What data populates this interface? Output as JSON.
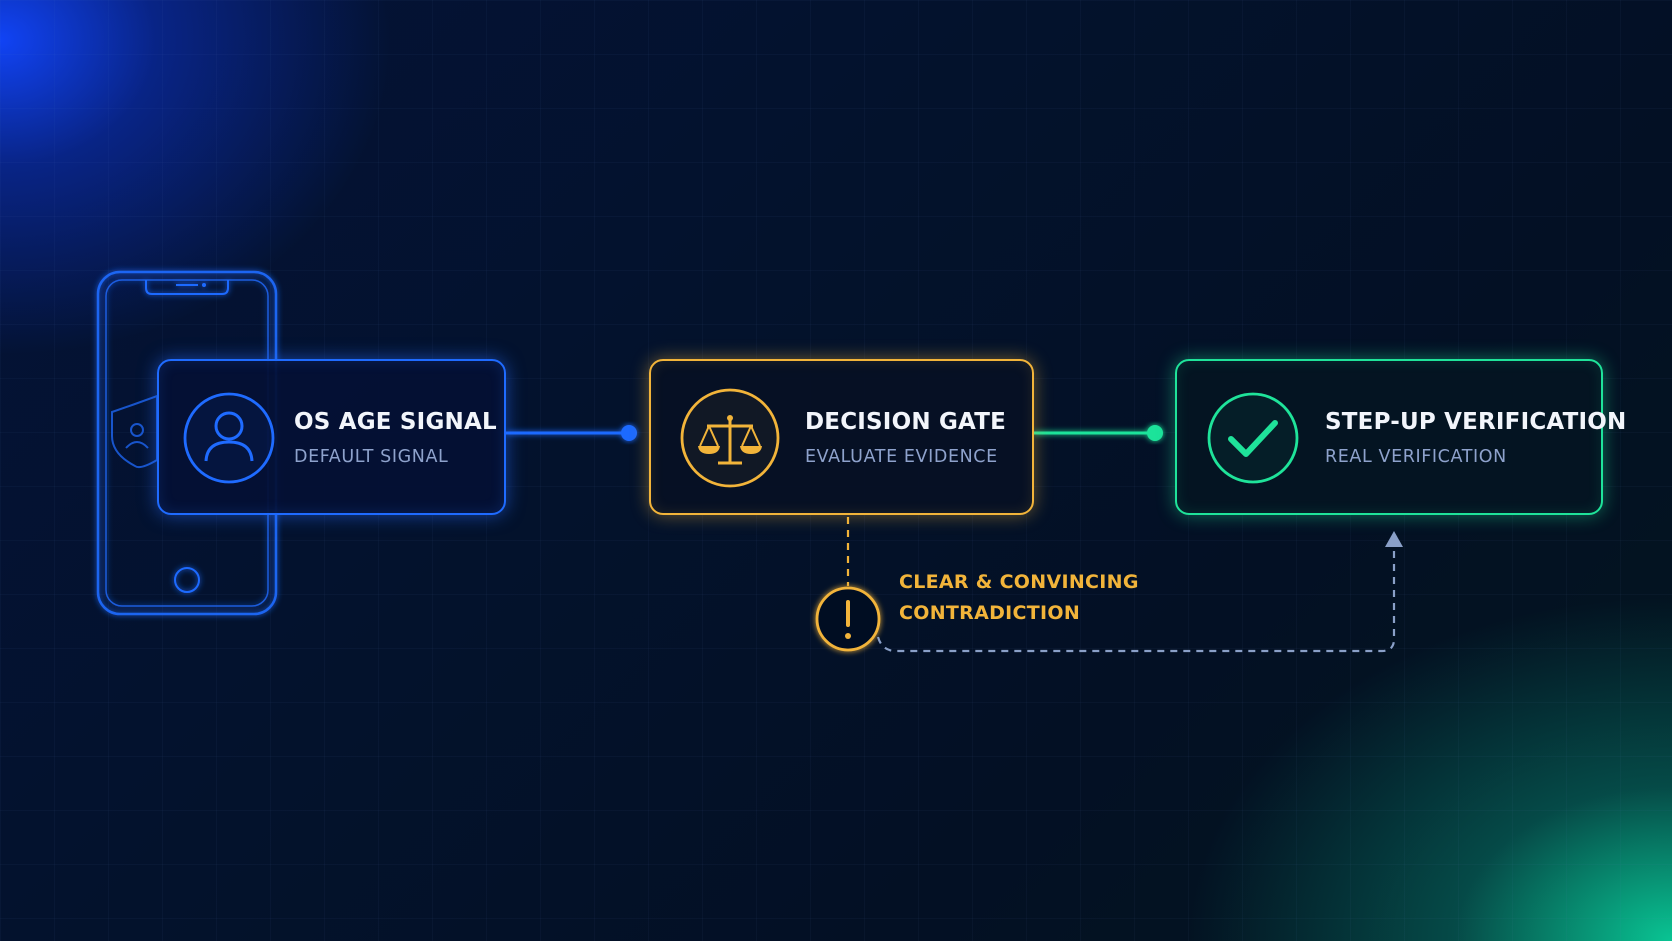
{
  "nodes": [
    {
      "id": "os",
      "title": "OS AGE SIGNAL",
      "subtitle": "DEFAULT SIGNAL",
      "icon": "user-icon",
      "color": "#1f6bff"
    },
    {
      "id": "gate",
      "title": "DECISION GATE",
      "subtitle": "EVALUATE EVIDENCE",
      "icon": "scales-icon",
      "color": "#f2b43a"
    },
    {
      "id": "step",
      "title": "STEP-UP VERIFICATION",
      "subtitle": "REAL VERIFICATION",
      "icon": "check-icon",
      "color": "#1fe39a"
    }
  ],
  "branch": {
    "label_line1": "CLEAR & CONVINCING",
    "label_line2": "CONTRADICTION",
    "icon": "exclamation-icon",
    "color": "#f2b43a",
    "return_line_color": "#8aa0c8"
  },
  "decoration": {
    "device_icon": "smartphone-icon",
    "badge_icon": "shield-user-icon",
    "device_color": "#1f6bff"
  }
}
